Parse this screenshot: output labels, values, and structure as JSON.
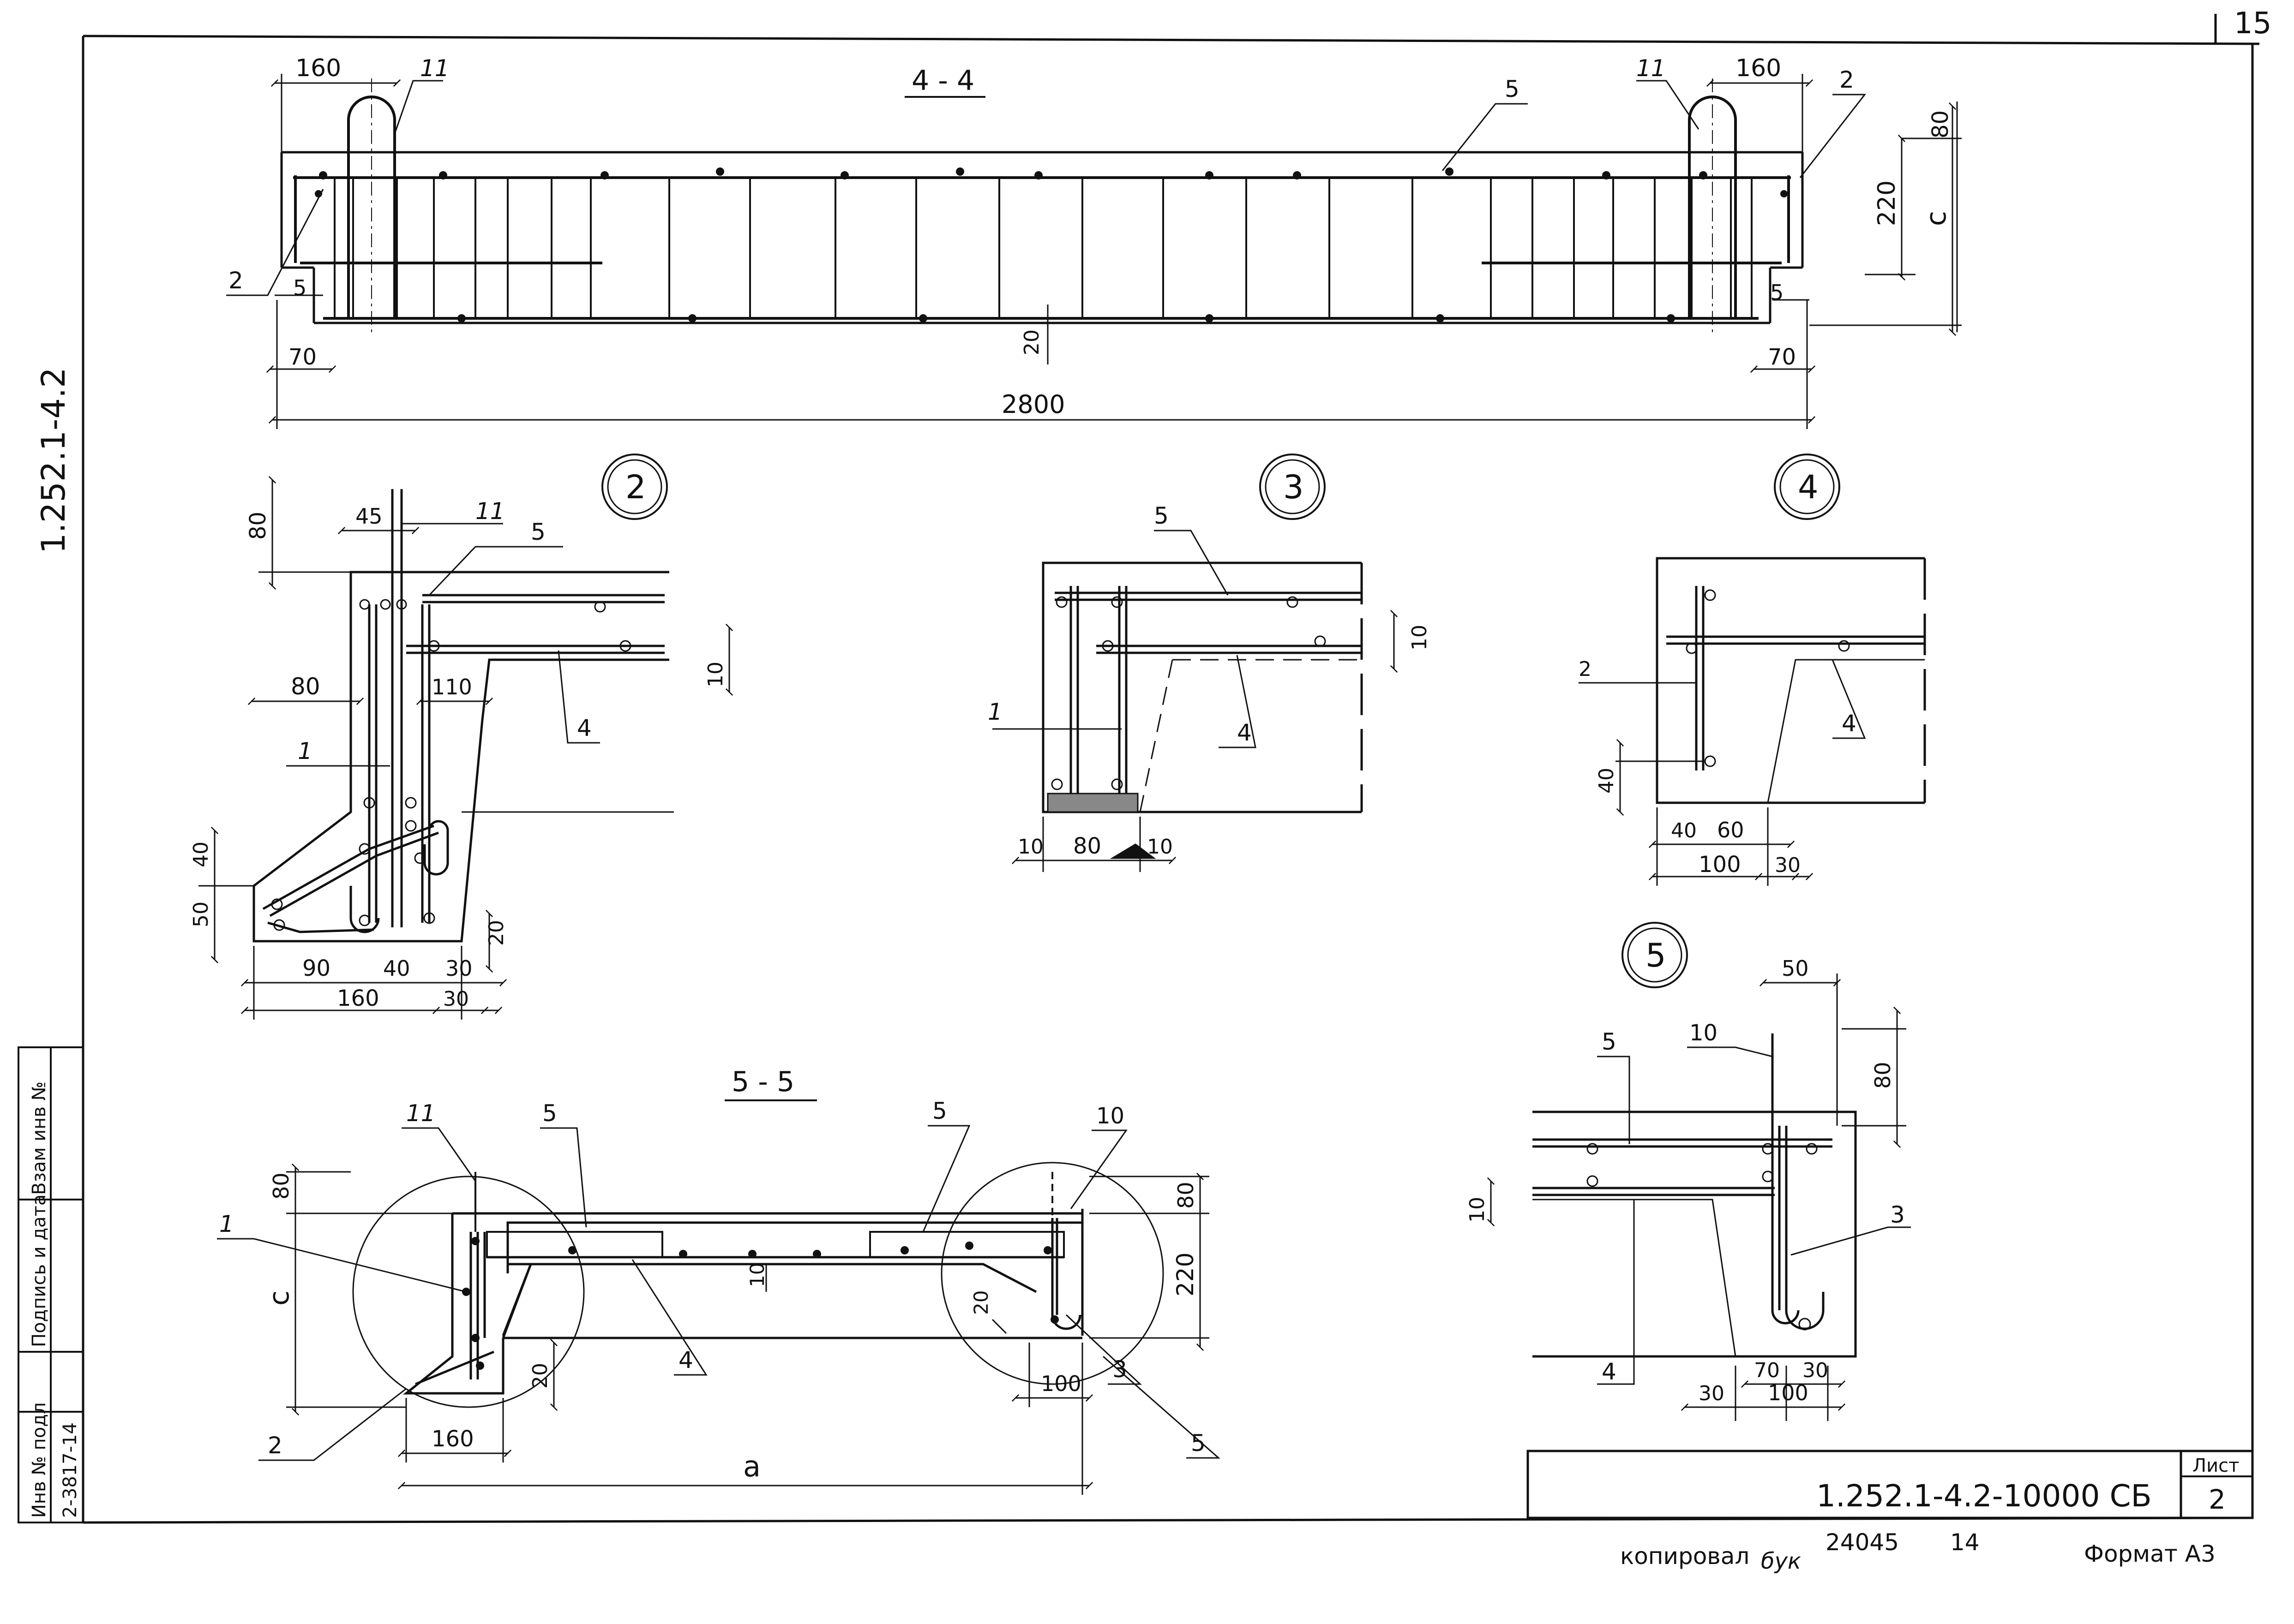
{
  "sheet_number": "15",
  "series_code": "1.252.1-4.2",
  "document_code": "1.252.1-4.2-10000 СБ",
  "sheet_label": "Лист",
  "sheet_value": "2",
  "footer": {
    "copied_label": "копировал",
    "copied_sign": "бук",
    "order_number": "24045",
    "page_number": "14",
    "format": "Формат А3"
  },
  "stamp": {
    "inv_original": "Инв № подл",
    "signature_date": "Подпись и дата",
    "replace_inv": "Взам инв №",
    "inv_value": "2-3817-14"
  },
  "section_4": {
    "title": "4 - 4",
    "dims": {
      "top_left": "160",
      "top_right": "160",
      "right_80": "80",
      "right_220": "220",
      "right_c": "c",
      "left_5": "5",
      "right_5": "5",
      "left_70": "70",
      "right_70": "70",
      "mid_20": "20",
      "total": "2800"
    },
    "labels": {
      "l11a": "11",
      "l11b": "11",
      "l5": "5",
      "l2a": "2",
      "l2b": "2"
    }
  },
  "detail_2": {
    "callout": "2",
    "dims": {
      "d80a": "80",
      "d45": "45",
      "d80b": "80",
      "d110": "110",
      "d10": "10",
      "d40a": "40",
      "d50": "50",
      "d20": "20",
      "d90": "90",
      "d40b": "40",
      "d30a": "30",
      "d160": "160",
      "d30b": "30"
    },
    "labels": {
      "l11": "11",
      "l5": "5",
      "l4": "4",
      "l1": "1"
    }
  },
  "detail_3": {
    "callout": "3",
    "dims": {
      "d10": "10",
      "d10b": "10",
      "d80": "80",
      "d10c": "10"
    },
    "labels": {
      "l5": "5",
      "l1": "1",
      "l4": "4"
    }
  },
  "detail_4": {
    "callout": "4",
    "dims": {
      "d40a": "40",
      "d40b": "40",
      "d60": "60",
      "d100": "100",
      "d30": "30"
    },
    "labels": {
      "l2": "2",
      "l4": "4"
    }
  },
  "detail_5": {
    "callout": "5",
    "dims": {
      "d50": "50",
      "d80": "80",
      "d10": "10",
      "d70": "70",
      "d30a": "30",
      "d30b": "30",
      "d100": "100"
    },
    "labels": {
      "l5": "5",
      "l10": "10",
      "l3": "3",
      "l4": "4"
    }
  },
  "section_5": {
    "title": "5 - 5",
    "dims": {
      "d80": "80",
      "dc": "c",
      "d20": "20",
      "d160": "160",
      "da": "a",
      "d10": "10",
      "d20b": "20",
      "d80r": "80",
      "d220r": "220",
      "d100": "100"
    },
    "labels": {
      "l11": "11",
      "l1": "1",
      "l2": "2",
      "l5a": "5",
      "l5b": "5",
      "l4": "4",
      "l10": "10",
      "l3": "3",
      "l5c": "5"
    }
  }
}
